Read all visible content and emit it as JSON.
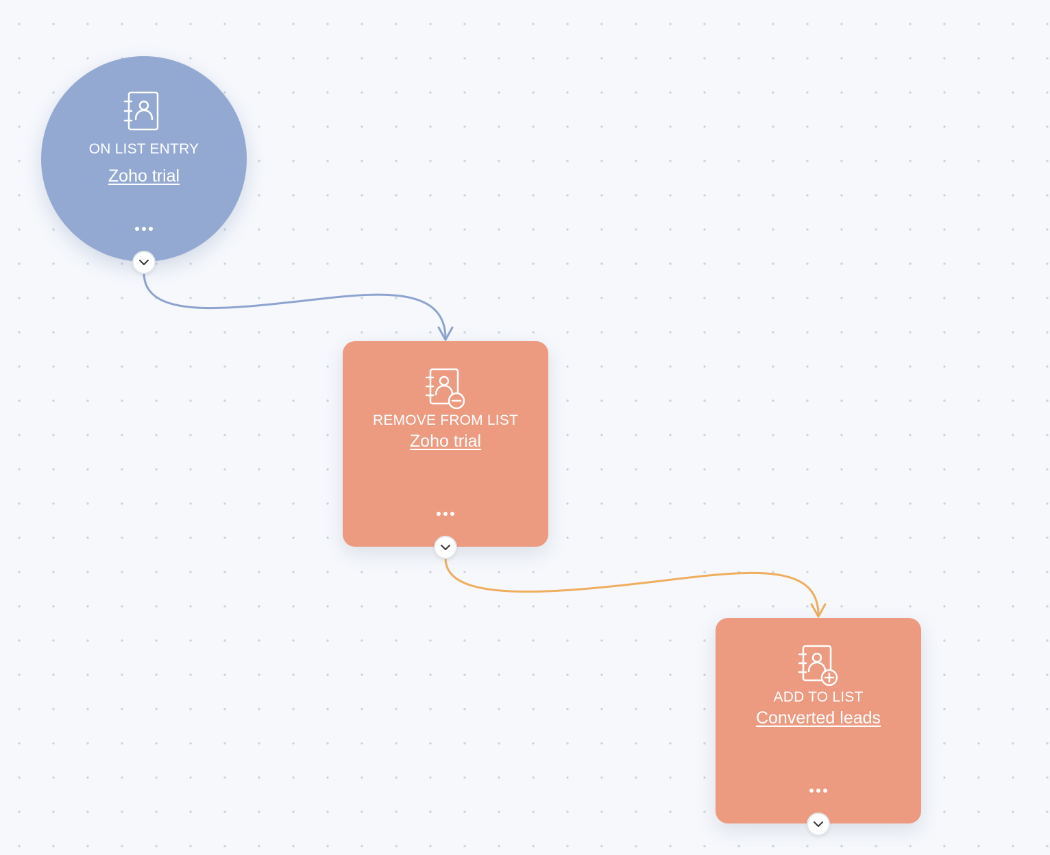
{
  "workflow": {
    "nodes": [
      {
        "id": "trigger",
        "type": "trigger",
        "title": "ON LIST ENTRY",
        "link": "Zoho trial",
        "icon": "contact-book-icon",
        "color": "#93a9d2"
      },
      {
        "id": "remove",
        "type": "action",
        "title": "REMOVE FROM LIST",
        "link": "Zoho trial",
        "icon": "contact-book-minus-icon",
        "color": "#ec9a80"
      },
      {
        "id": "add",
        "type": "action",
        "title": "ADD TO LIST",
        "link": "Converted leads",
        "icon": "contact-book-plus-icon",
        "color": "#ec9a80"
      }
    ],
    "connectors": [
      {
        "from": "trigger",
        "to": "remove",
        "color": "#8ea3cf"
      },
      {
        "from": "remove",
        "to": "add",
        "color": "#efae5e"
      }
    ]
  }
}
